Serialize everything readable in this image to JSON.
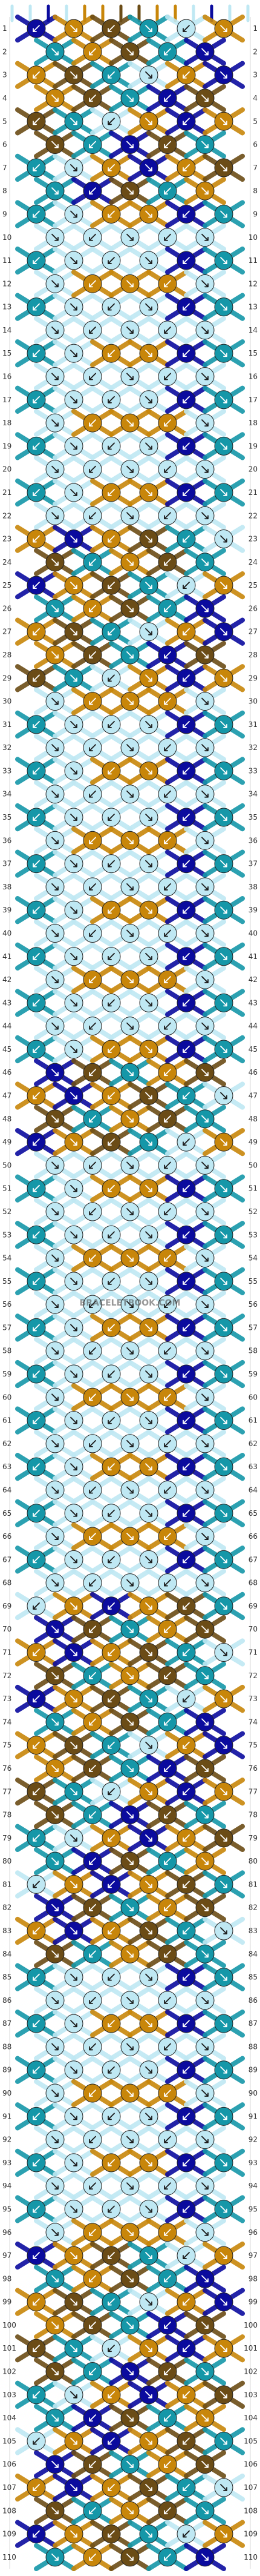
{
  "pattern": {
    "row_count": 110,
    "knots_per_row_odd": 6,
    "knots_per_row_even": 5,
    "watermark_text": "BRACELETBOOK.COM",
    "colors": {
      "A": "#bfe8f3",
      "B": "#c8860a",
      "C": "#6b4c16",
      "D": "#0b0b9e",
      "E": "#1597a8"
    },
    "strings_top": [
      "A",
      "A",
      "D",
      "A",
      "B",
      "B",
      "C",
      "C",
      "B",
      "B",
      "A",
      "D",
      "A",
      "A"
    ],
    "row_rules": {
      "center_block_rows": [
        [
          9,
          22
        ],
        [
          30,
          45
        ],
        [
          50,
          68
        ],
        [
          85,
          96
        ]
      ],
      "rhythm_colors_even": [
        "C",
        "E",
        "B",
        "C",
        "E",
        "D"
      ],
      "rhythm_colors_odd": [
        "D",
        "B",
        "C",
        "E",
        "A",
        "B"
      ]
    }
  }
}
